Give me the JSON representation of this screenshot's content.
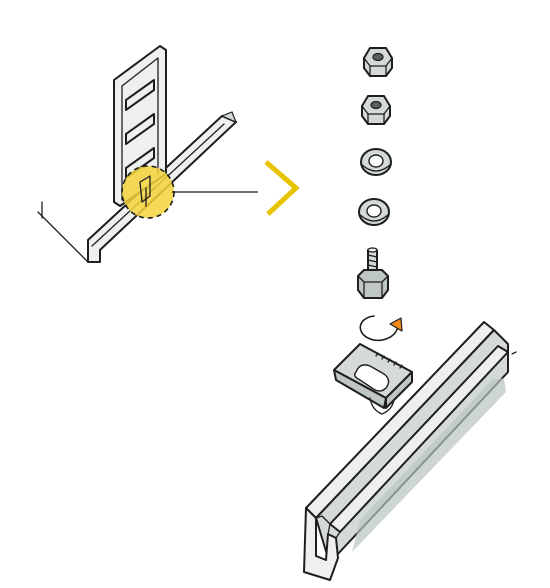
{
  "colors": {
    "highlight": "#f3d23a",
    "highlight_stroke": "#c9a800",
    "chevron": "#e8c400",
    "metal_light": "#eef0ef",
    "metal_mid": "#d4dad8",
    "metal_shadow": "#b9c4c0",
    "channel_inner": "#c3c6e6",
    "ink": "#1e1e1e"
  },
  "icons": {
    "rotate_arrow": "rotate-clockwise-icon",
    "detail_chevron": "chevron-right-icon"
  },
  "parts": [
    "hex-nut",
    "hex-nut",
    "flat-washer",
    "flat-washer",
    "hex-bolt",
    "channel-clip",
    "strut-channel"
  ]
}
